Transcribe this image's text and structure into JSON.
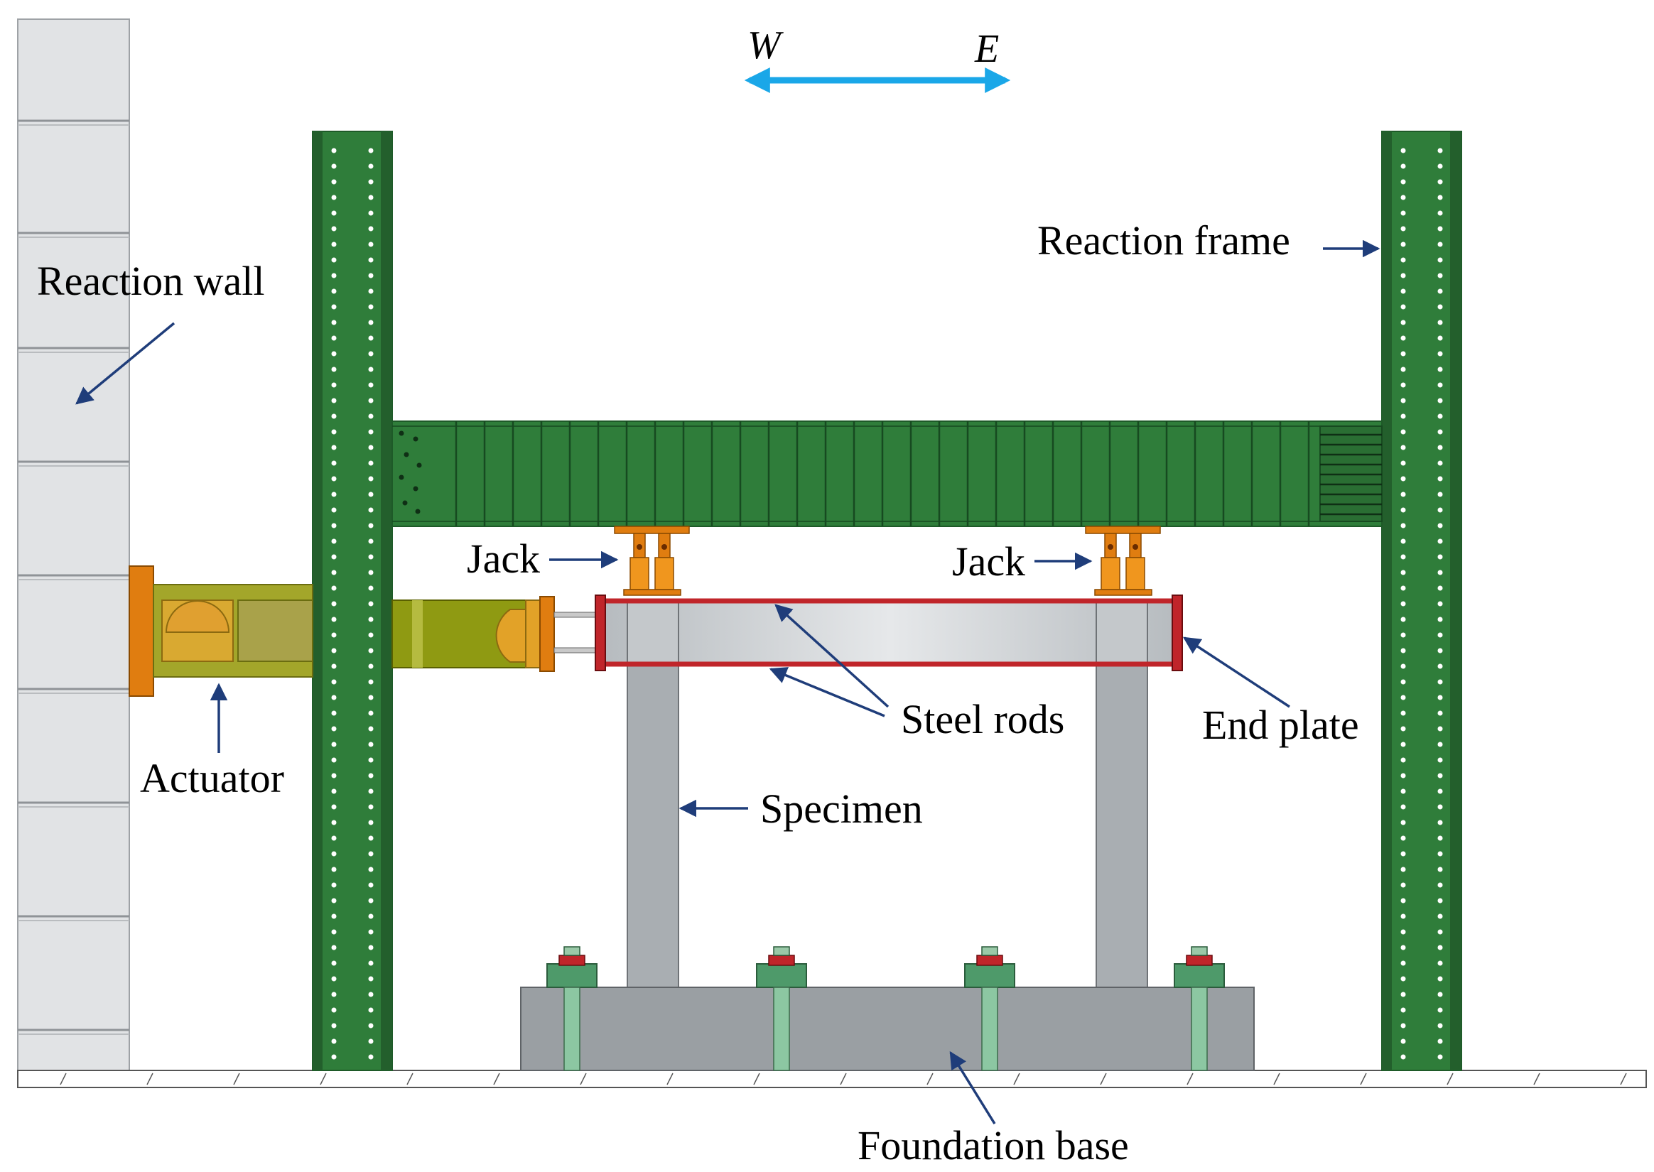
{
  "labels": {
    "reaction_wall": "Reaction wall",
    "reaction_frame": "Reaction frame",
    "jack_left": "Jack",
    "jack_right": "Jack",
    "actuator": "Actuator",
    "steel_rods": "Steel rods",
    "end_plate": "End plate",
    "specimen": "Specimen",
    "foundation_base": "Foundation base"
  },
  "direction": {
    "west": "W",
    "east": "E"
  },
  "colors": {
    "frame_green": "#2f7d3a",
    "frame_dark": "#1e5a28",
    "actuator_olive": "#a3a62a",
    "actuator_orange": "#e07d10",
    "specimen_gray": "#a9aeb2",
    "foundation_gray": "#9a9fa3",
    "steel_red": "#c0252a",
    "wall_gray": "#dfe1e3",
    "direction_arrow": "#1aa7e8",
    "leader_arrow": "#1f3d7a"
  }
}
